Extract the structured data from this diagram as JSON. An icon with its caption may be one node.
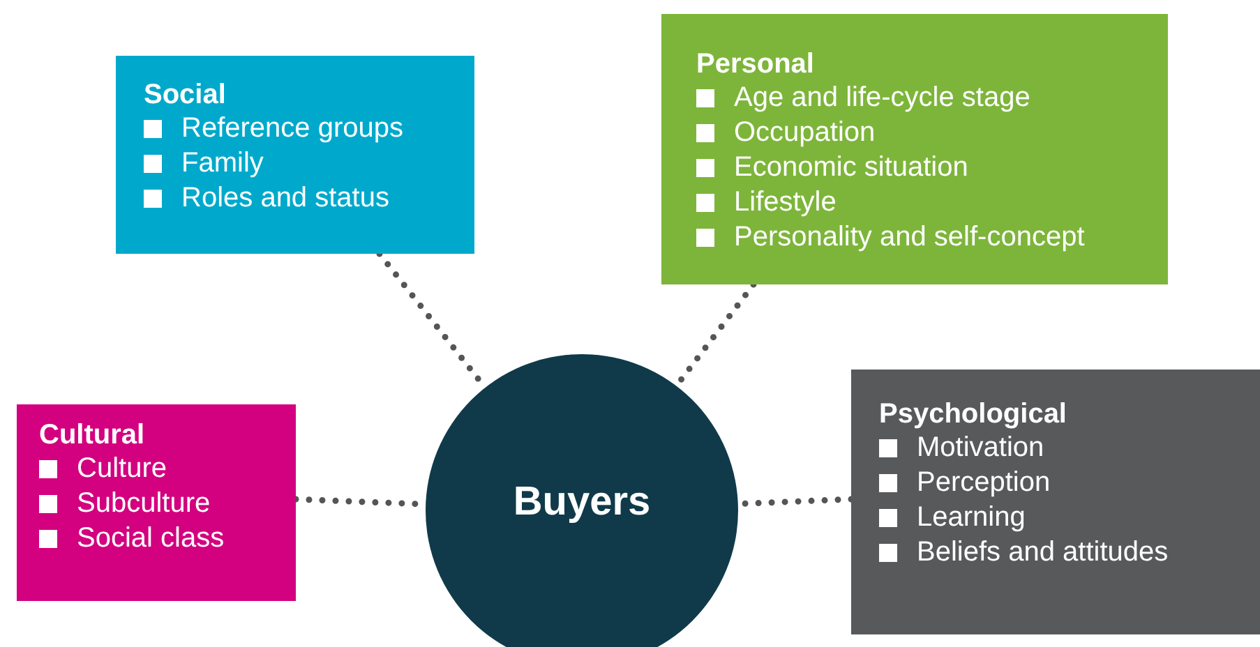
{
  "diagram": {
    "nodes": [
      {
        "text": [
          "Buyers"
        ]
      },
      {
        "text": [
          "Social",
          "Reference groups",
          "Family",
          "Roles and status"
        ]
      },
      {
        "text": [
          "Personal",
          "Age and life-cycle stage",
          "Occupation",
          "Economic situation",
          "Lifestyle",
          "Personality and self-concept"
        ]
      },
      {
        "text": [
          "Cultural",
          "Culture",
          "Subculture",
          "Social class"
        ]
      },
      {
        "text": [
          "Psychological",
          "Motivation",
          "Perception",
          "Learning",
          "Beliefs and attitudes"
        ]
      }
    ],
    "edges": [
      {
        "from": 1,
        "to": 0,
        "arrow": "none"
      },
      {
        "from": 2,
        "to": 0,
        "arrow": "none"
      },
      {
        "from": 3,
        "to": 0,
        "arrow": "none"
      },
      {
        "from": 4,
        "to": 0,
        "arrow": "none"
      }
    ]
  }
}
